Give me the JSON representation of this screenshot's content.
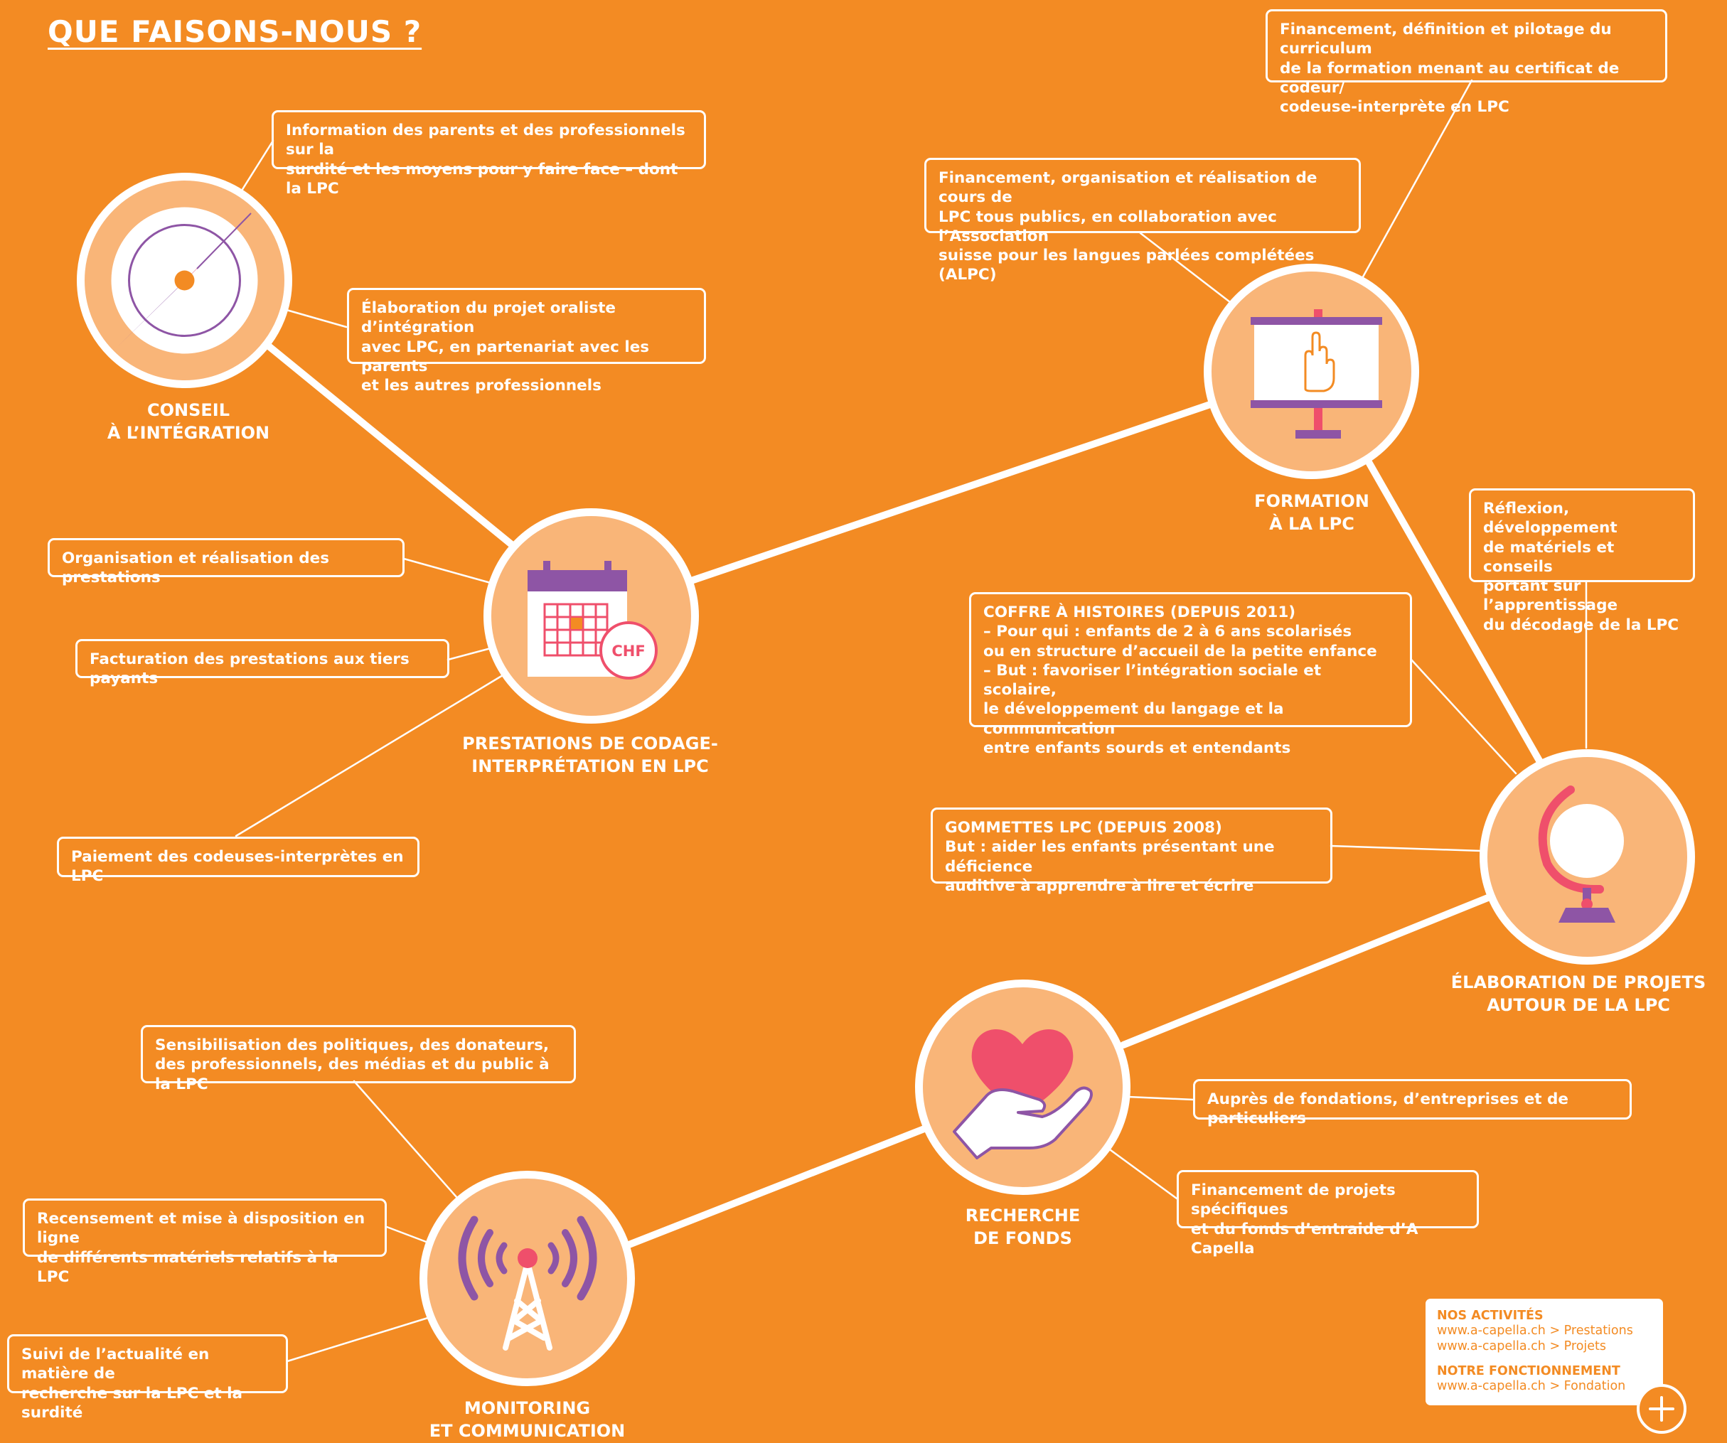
{
  "title": "QUE FAISONS-NOUS ?",
  "colors": {
    "background": "#f38b23",
    "node_fill": "#f9b578",
    "purple": "#8e55a5",
    "pink": "#ef4f6b",
    "white": "#ffffff"
  },
  "nodes": {
    "conseil": {
      "label": "CONSEIL\nÀ L’INTÉGRATION",
      "icon": "compass-icon"
    },
    "prestations": {
      "label": "PRESTATIONS DE CODAGE-\nINTERPRÉTATION EN LPC",
      "icon": "calendar-chf-icon",
      "icon_text": "CHF"
    },
    "formation": {
      "label": "FORMATION\nÀ LA LPC",
      "icon": "presentation-board-hand-icon"
    },
    "projets": {
      "label": "ÉLABORATION DE PROJETS\nAUTOUR DE LA LPC",
      "icon": "globe-icon"
    },
    "fonds": {
      "label": "RECHERCHE\nDE FONDS",
      "icon": "heart-in-hand-icon"
    },
    "monitoring": {
      "label": "MONITORING\nET COMMUNICATION",
      "icon": "antenna-tower-icon"
    }
  },
  "boxes": {
    "conseil_info": "Information des parents et des professionnels sur la\nsurdité et les moyens pour y faire face – dont la LPC",
    "conseil_projet": "Élaboration du projet oraliste d’intégration\navec LPC, en partenariat avec les parents\net les autres professionnels",
    "prest_organisation": "Organisation et réalisation des prestations",
    "prest_facturation": "Facturation des prestations aux tiers payants",
    "prest_paiement": "Paiement des codeuses-interprètes en LPC",
    "form_curriculum": "Financement, définition et pilotage du curriculum\nde la formation menant au certificat de codeur/\ncodeuse-interprète en LPC",
    "form_cours": "Financement, organisation et réalisation de cours de\nLPC tous publics, en collaboration avec l’Association\nsuisse pour les langues parlées complétées (ALPC)",
    "proj_reflexion": "Réflexion, développement\nde matériels et conseils\nportant sur l’apprentissage\ndu décodage de la LPC",
    "proj_coffre": "COFFRE À HISTOIRES (DEPUIS 2011)\n– Pour qui : enfants de 2 à 6 ans scolarisés\n    ou en structure d’accueil de la petite enfance\n– But : favoriser l’intégration sociale et scolaire,\n    le développement du langage et la communication\n    entre enfants sourds et entendants",
    "proj_gommettes": "GOMMETTES LPC (DEPUIS 2008)\nBut : aider les enfants présentant une déficience\nauditive à apprendre à lire et écrire",
    "fonds_aupres": "Auprès de fondations, d’entreprises et de particuliers",
    "fonds_financement": "Financement de projets spécifiques\net du fonds d’entraide d’A Capella",
    "mon_sensibilisation": "Sensibilisation des politiques, des donateurs,\ndes professionnels, des médias et du public à la LPC",
    "mon_recensement": "Recensement et mise à disposition en ligne\nde différents matériels relatifs à la LPC",
    "mon_suivi": "Suivi de l’actualité en matière de\nrecherche sur la LPC et la surdité"
  },
  "info": {
    "activites_heading": "NOS ACTIVITÉS",
    "activites_link1": "www.a-capella.ch > Prestations",
    "activites_link2": "www.a-capella.ch > Projets",
    "fonctionnement_heading": "NOTRE FONCTIONNEMENT",
    "fonctionnement_link": "www.a-capella.ch > Fondation",
    "zoom_icon": "zoom-in-icon"
  }
}
